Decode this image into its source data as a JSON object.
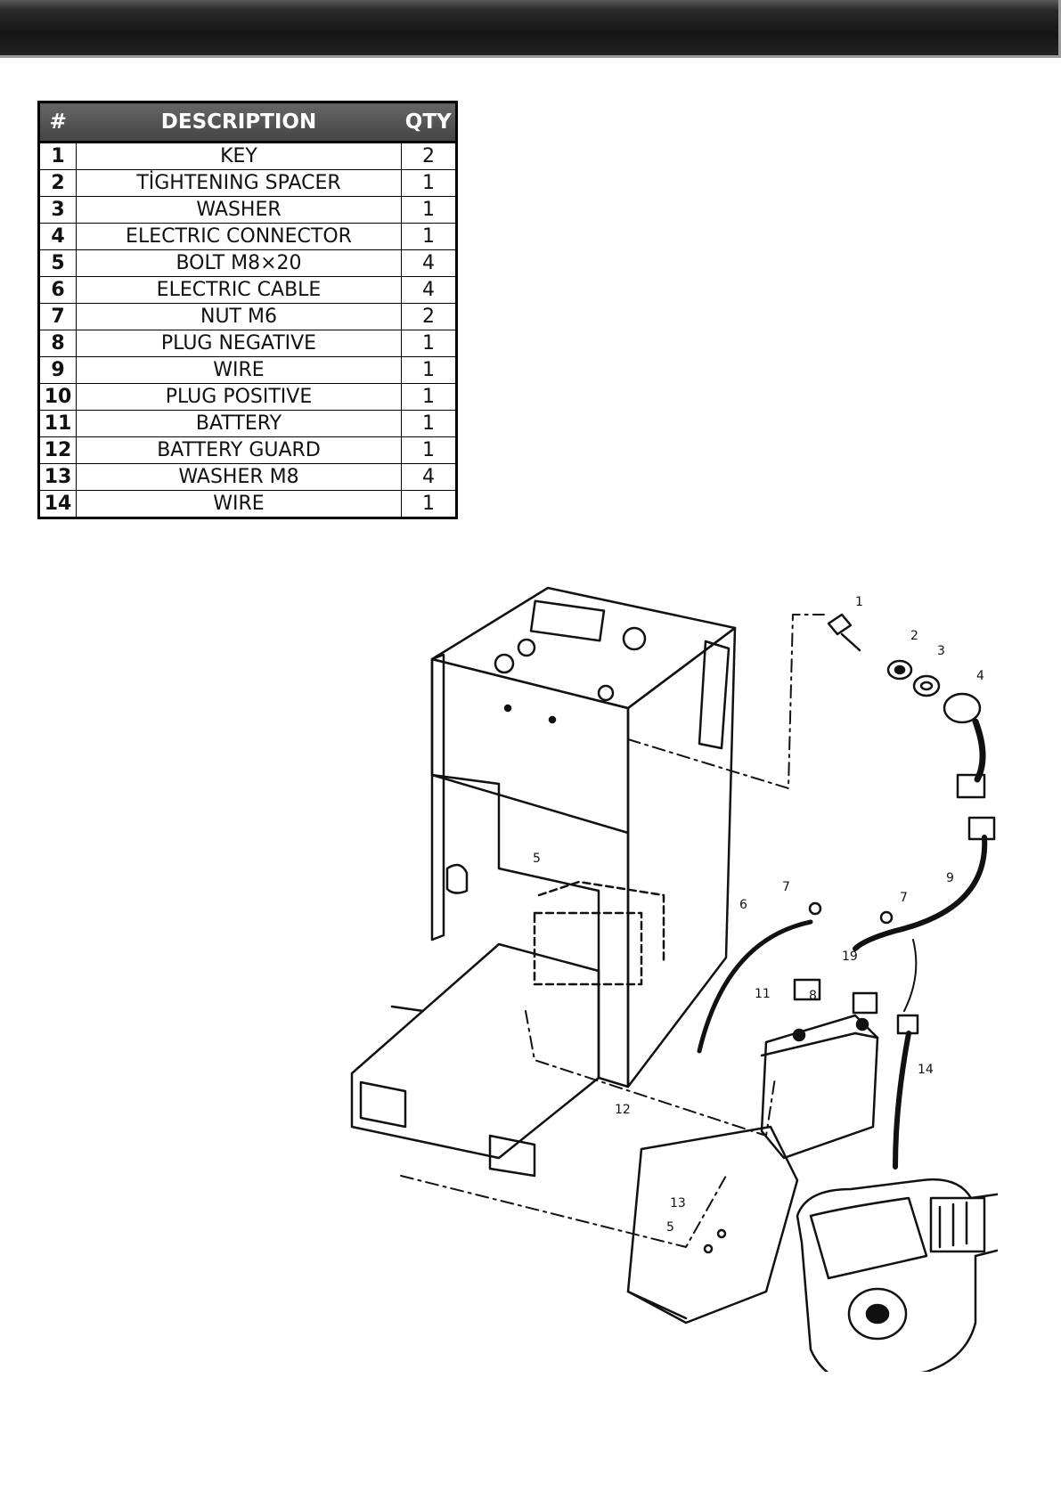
{
  "table": {
    "headers": {
      "num": "#",
      "description": "DESCRIPTION",
      "qty": "QTY"
    },
    "rows": [
      {
        "num": "1",
        "description": "KEY",
        "qty": "2"
      },
      {
        "num": "2",
        "description": "TİGHTENING SPACER",
        "qty": "1"
      },
      {
        "num": "3",
        "description": "WASHER",
        "qty": "1"
      },
      {
        "num": "4",
        "description": "ELECTRIC CONNECTOR",
        "qty": "1"
      },
      {
        "num": "5",
        "description": "BOLT M8×20",
        "qty": "4"
      },
      {
        "num": "6",
        "description": "ELECTRIC CABLE",
        "qty": "4"
      },
      {
        "num": "7",
        "description": "NUT M6",
        "qty": "2"
      },
      {
        "num": "8",
        "description": "PLUG NEGATIVE",
        "qty": "1"
      },
      {
        "num": "9",
        "description": "WIRE",
        "qty": "1"
      },
      {
        "num": "10",
        "description": "PLUG POSITIVE",
        "qty": "1"
      },
      {
        "num": "11",
        "description": "BATTERY",
        "qty": "1"
      },
      {
        "num": "12",
        "description": "BATTERY GUARD",
        "qty": "1"
      },
      {
        "num": "13",
        "description": "WASHER M8",
        "qty": "4"
      },
      {
        "num": "14",
        "description": "WIRE",
        "qty": "1"
      }
    ]
  },
  "diagram": {
    "callouts": [
      "1",
      "2",
      "3",
      "4",
      "5",
      "6",
      "7",
      "7",
      "8",
      "9",
      "11",
      "12",
      "13",
      "5",
      "14",
      "19"
    ]
  }
}
